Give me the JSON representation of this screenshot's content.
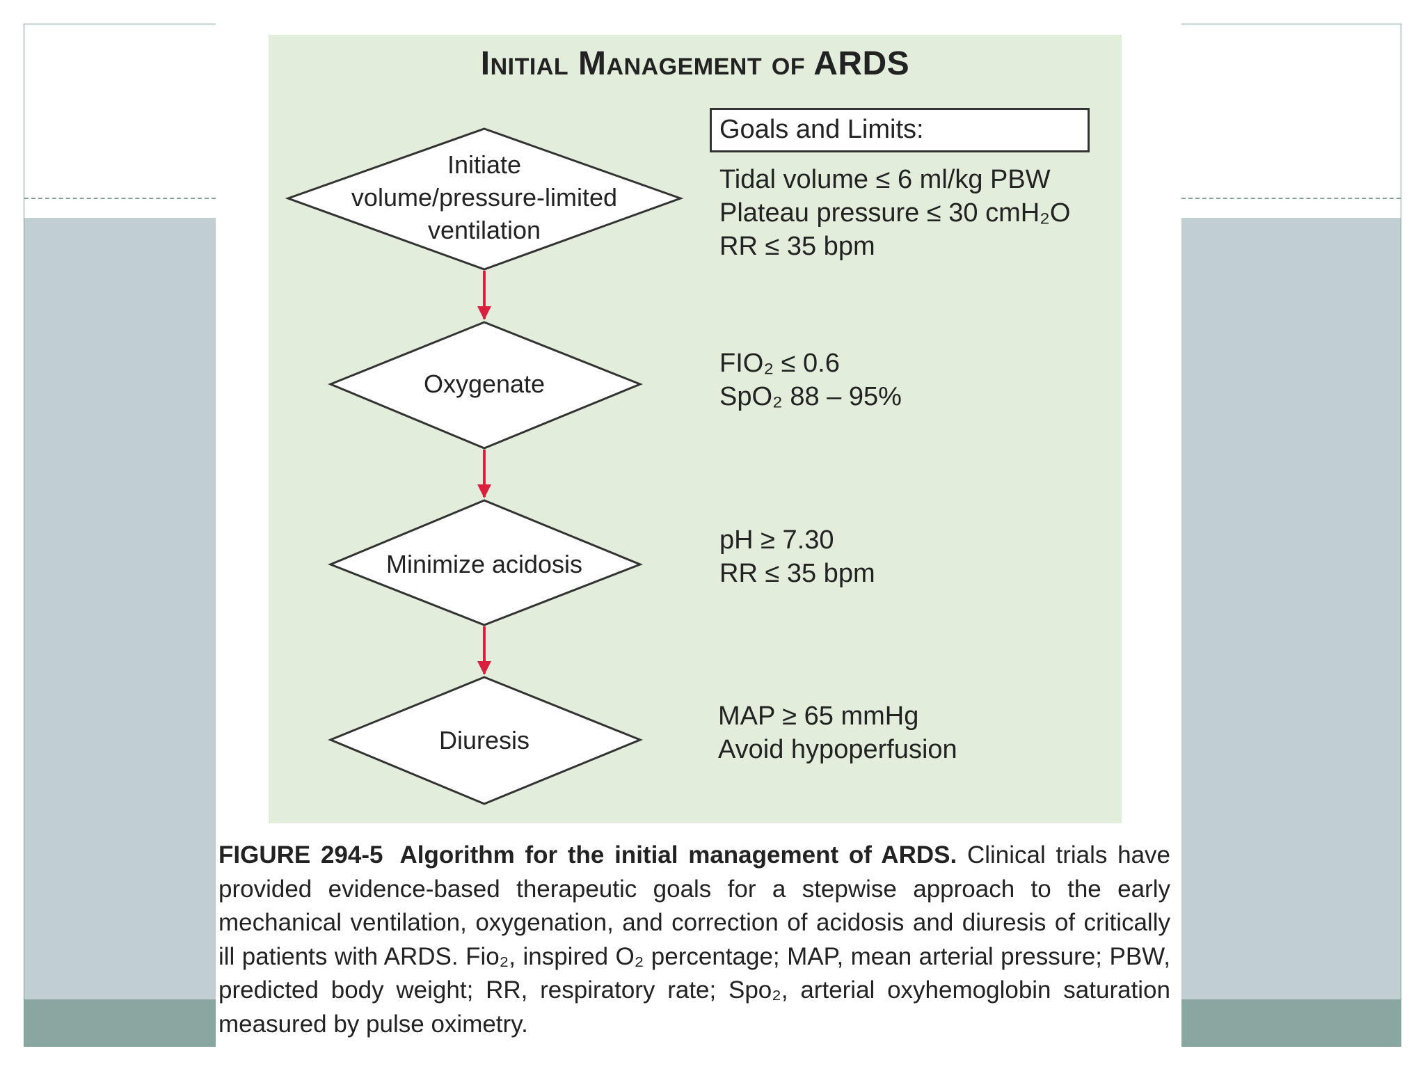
{
  "figure": {
    "title": "Initial Management of ARDS",
    "steps": [
      {
        "label": "Initiate\nvolume/pressure-limited\nventilation"
      },
      {
        "label": "Oxygenate"
      },
      {
        "label": "Minimize acidosis"
      },
      {
        "label": "Diuresis"
      }
    ],
    "goals_heading": "Goals and Limits:",
    "limits": {
      "ventilation": [
        "Tidal volume ≤ 6 ml/kg PBW",
        "Plateau pressure ≤ 30 cmH₂O",
        "RR ≤ 35 bpm"
      ],
      "oxygenate": [
        "FIO₂ ≤ 0.6",
        "SpO₂ 88 – 95%"
      ],
      "acidosis": [
        "pH ≥ 7.30",
        "RR ≤ 35 bpm"
      ],
      "diuresis": [
        "MAP ≥ 65 mmHg",
        "Avoid hypoperfusion"
      ]
    },
    "arrow_color": "#d8203f",
    "panel_color": "#e3eddc"
  },
  "caption": {
    "figure_number": "FIGURE 294-5",
    "heading": "Algorithm for the initial management of ARDS.",
    "body": "Clinical trials have provided evidence-based therapeutic goals for a stepwise approach to the early mechanical ventilation, oxygenation, and correction of acidosis and diuresis of critically ill patients with ARDS. Fio₂, inspired O₂ percentage; MAP, mean arterial pressure; PBW, predicted body weight; RR, respiratory rate; Spo₂, arterial oxyhemoglobin saturation measured by pulse oximetry."
  }
}
